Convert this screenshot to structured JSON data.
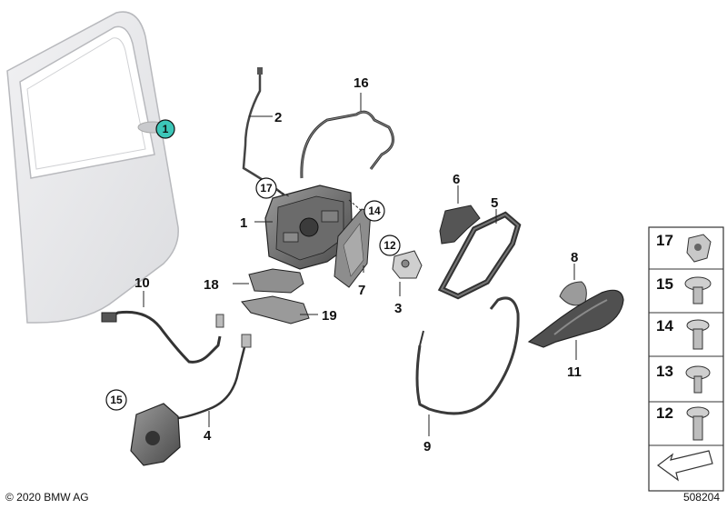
{
  "diagram": {
    "part_labels": {
      "p1": "1",
      "p2": "2",
      "p3": "3",
      "p4": "4",
      "p5": "5",
      "p6": "6",
      "p7": "7",
      "p8": "8",
      "p9": "9",
      "p10": "10",
      "p11": "11",
      "p16": "16",
      "p18": "18",
      "p19": "19"
    },
    "circled_labels": {
      "c1": "1",
      "c12": "12",
      "c14": "14",
      "c15": "15",
      "c17": "17"
    },
    "fastener_panel": [
      {
        "label": "17",
        "icon": "clip-nut-icon"
      },
      {
        "label": "15",
        "icon": "screw-icon"
      },
      {
        "label": "14",
        "icon": "screw-icon"
      },
      {
        "label": "13",
        "icon": "screw-icon"
      },
      {
        "label": "12",
        "icon": "screw-icon"
      }
    ],
    "highlight_color": "#3cc6b8"
  },
  "footer": {
    "copyright": "© 2020 BMW AG",
    "image_number": "508204"
  }
}
